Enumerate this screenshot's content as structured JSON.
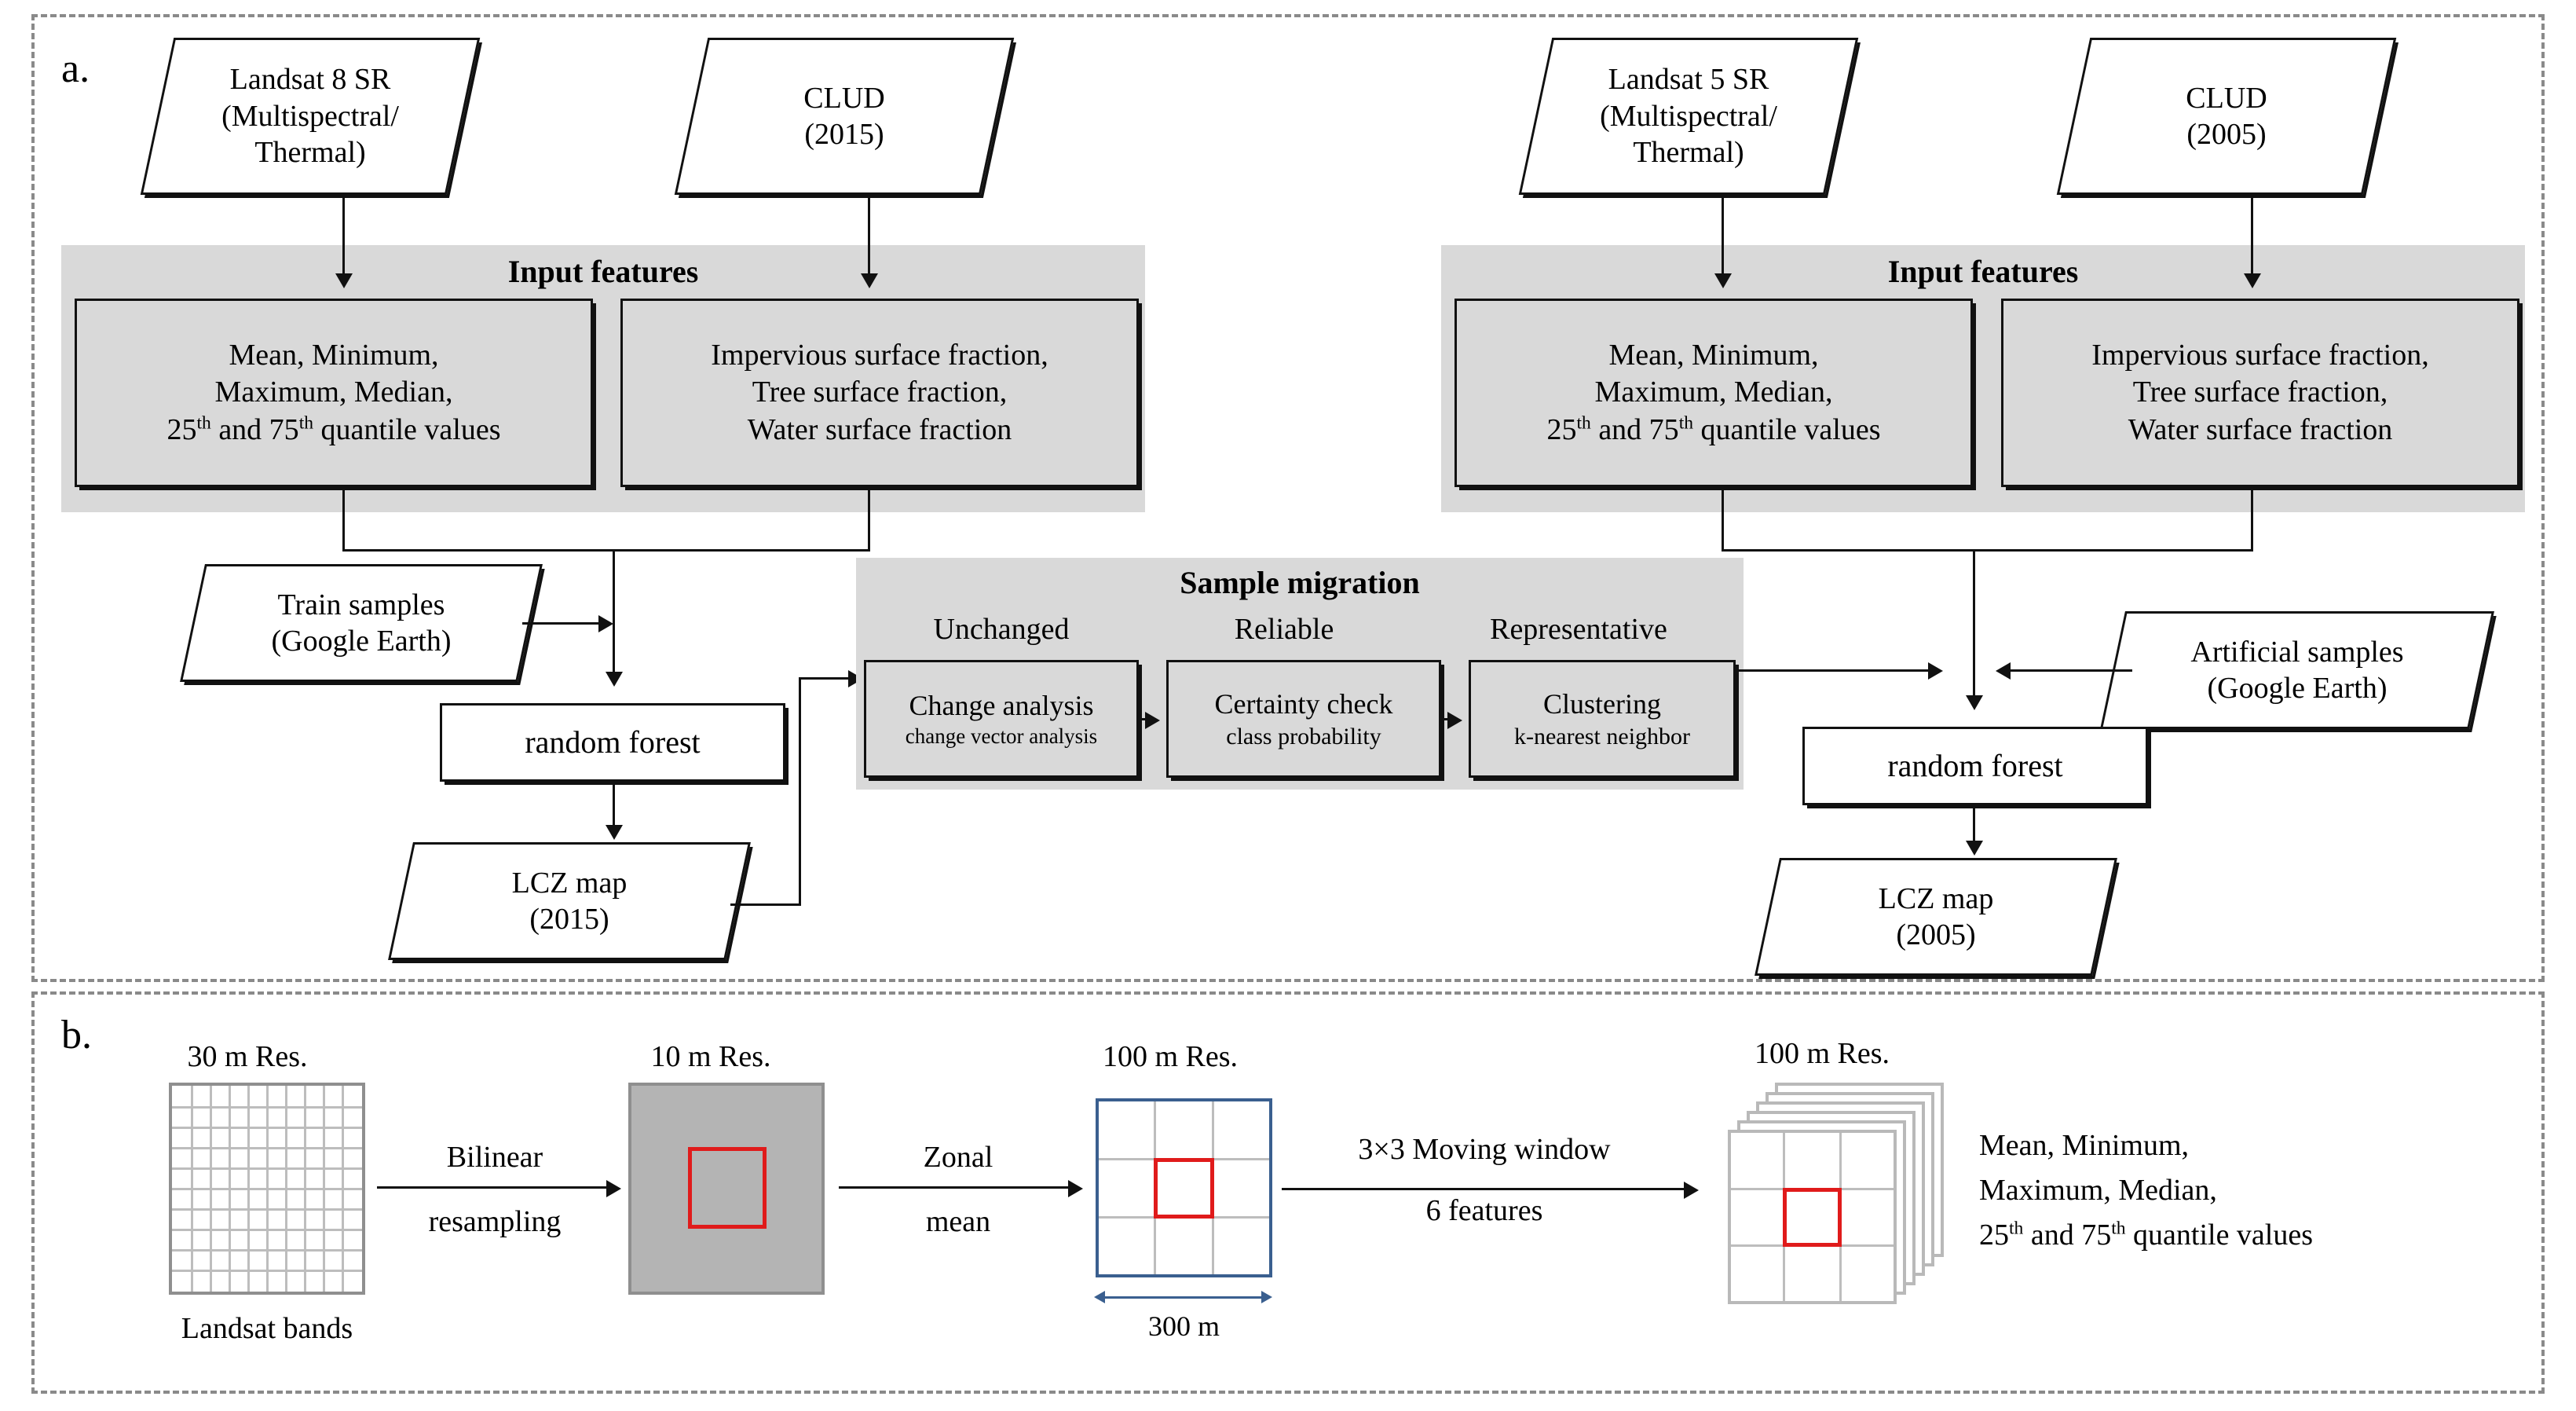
{
  "panel_a": {
    "letter": "a.",
    "sources": [
      {
        "id": "landsat8",
        "line1": "Landsat 8 SR",
        "line2": "(Multispectral/",
        "line3": "Thermal)"
      },
      {
        "id": "clud2015",
        "line1": "CLUD",
        "line2": "(2015)"
      },
      {
        "id": "landsat5",
        "line1": "Landsat 5 SR",
        "line2": "(Multispectral/",
        "line3": "Thermal)"
      },
      {
        "id": "clud2005",
        "line1": "CLUD",
        "line2": "(2005)"
      }
    ],
    "group_left": {
      "title": "Input features",
      "box_spectral": {
        "line1": "Mean, Minimum,",
        "line2": "Maximum, Median,",
        "line3_a": "25",
        "line3_sup1": "th",
        "line3_b": " and 75",
        "line3_sup2": "th",
        "line3_c": " quantile values"
      },
      "box_fraction": {
        "line1": "Impervious surface fraction,",
        "line2": "Tree surface fraction,",
        "line3": "Water surface fraction"
      }
    },
    "group_right": {
      "title": "Input features",
      "box_spectral": {
        "line1": "Mean, Minimum,",
        "line2": "Maximum, Median,",
        "line3_a": "25",
        "line3_sup1": "th",
        "line3_b": " and 75",
        "line3_sup2": "th",
        "line3_c": " quantile values"
      },
      "box_fraction": {
        "line1": "Impervious surface fraction,",
        "line2": "Tree surface fraction,",
        "line3": "Water surface fraction"
      }
    },
    "train_samples": {
      "line1": "Train samples",
      "line2": "(Google Earth)"
    },
    "artificial_samples": {
      "line1": "Artificial samples",
      "line2": "(Google Earth)"
    },
    "rf_left": "random forest",
    "rf_right": "random forest",
    "lcz_left": {
      "line1": "LCZ map",
      "line2": "(2015)"
    },
    "lcz_right": {
      "line1": "LCZ map",
      "line2": "(2005)"
    },
    "sample_migration": {
      "title": "Sample migration",
      "steps": [
        {
          "caption": "Unchanged",
          "main": "Change analysis",
          "sub": "change vector analysis"
        },
        {
          "caption": "Reliable",
          "main": "Certainty check",
          "sub": "class probability"
        },
        {
          "caption": "Representative",
          "main": "Clustering",
          "sub": "k-nearest neighbor"
        }
      ]
    }
  },
  "panel_b": {
    "letter": "b.",
    "grid30": {
      "res_label": "30 m Res.",
      "caption": "Landsat bands"
    },
    "grid10": {
      "res_label": "10 m Res."
    },
    "grid100": {
      "res_label": "100 m Res.",
      "dim_label": "300 m"
    },
    "stack": {
      "res_label": "100 m Res."
    },
    "arrow1": {
      "line1": "Bilinear",
      "line2": "resampling"
    },
    "arrow2": {
      "line1": "Zonal",
      "line2": "mean"
    },
    "arrow3": {
      "line1": "3×3 Moving window",
      "line2": "6 features"
    },
    "features_text": {
      "line1": "Mean, Minimum,",
      "line2": "Maximum, Median,",
      "line3_a": "25",
      "line3_sup1": "th",
      "line3_b": " and 75",
      "line3_sup2": "th",
      "line3_c": " quantile values"
    }
  },
  "colors": {
    "accent_blue": "#3a5f8f",
    "highlight_red": "#e01b1b",
    "panel_gray": "#d9d9d9",
    "grid_gray": "#8f8f8f"
  }
}
